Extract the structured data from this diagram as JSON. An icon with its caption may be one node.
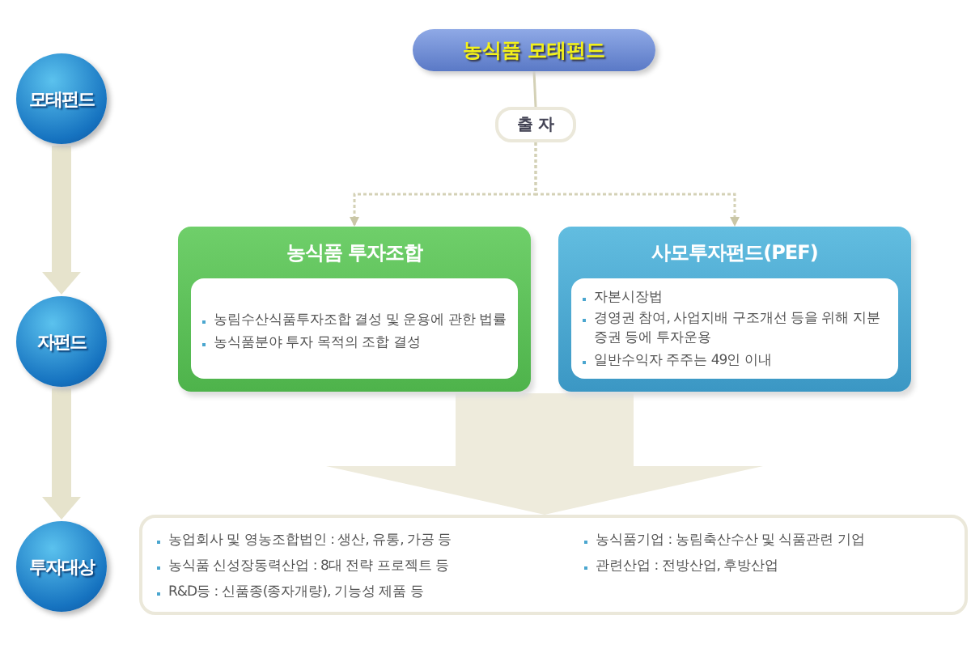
{
  "diagram": {
    "nodes": [
      {
        "text": [
          "모태펀드"
        ]
      },
      {
        "text": [
          "자펀드"
        ]
      },
      {
        "text": [
          "투자대상"
        ]
      },
      {
        "text": [
          "농식품 모태펀드"
        ]
      },
      {
        "text": [
          "출 자"
        ]
      },
      {
        "text": [
          "농식품 투자조합",
          "농림수산식품투자조합 결성 및  운용에 관한 법률",
          "농식품분야 투자 목적의 조합 결성"
        ]
      },
      {
        "text": [
          "사모투자펀드(PEF)",
          "자본시장법",
          "경영권 참여, 사업지배 구조개선 등을 위해 지분 증권 등에 투자운용",
          "일반수익자 주주는 49인 이내"
        ]
      },
      {
        "text": [
          "농업회사 및 영농조합법인 : 생산, 유통, 가공 등",
          "농식품 신성장동력산업 : 8대 전략 프로젝트 등",
          "R&D등 : 신품종(종자개량), 기능성 제품 등",
          "농식품기업 : 농림축산수산 및 식품관련 기업",
          "관련산업 : 전방산업, 후방산업"
        ]
      }
    ],
    "edges": [
      {
        "from": 0,
        "to": 1,
        "arrow": "to"
      },
      {
        "from": 1,
        "to": 2,
        "arrow": "to"
      },
      {
        "from": 3,
        "to": 4,
        "arrow": "none"
      },
      {
        "from": 4,
        "to": 5,
        "arrow": "to",
        "style": "dashed"
      },
      {
        "from": 4,
        "to": 6,
        "arrow": "to",
        "style": "dashed"
      },
      {
        "from": 5,
        "to": 7,
        "arrow": "to",
        "style": "thick"
      },
      {
        "from": 6,
        "to": 7,
        "arrow": "to",
        "style": "thick"
      }
    ]
  }
}
